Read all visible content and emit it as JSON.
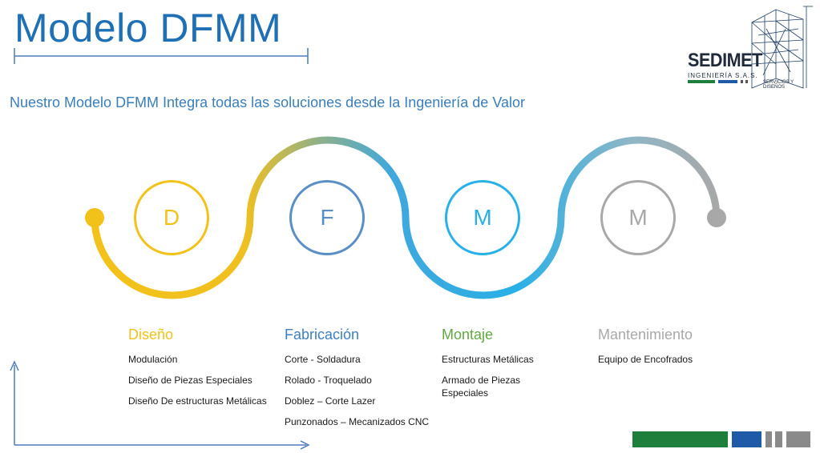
{
  "title": "Modelo DFMM",
  "subtitle": "Nuestro Modelo DFMM Integra todas las soluciones desde la Ingeniería de Valor",
  "logo": {
    "name": "SEDIMET",
    "tagline": "INGENIERÍA S.A.S.",
    "services": "SERVICIOS Y DISEÑOS"
  },
  "circles": [
    {
      "letter": "D",
      "color": "#f2c21a"
    },
    {
      "letter": "F",
      "color": "#5b8ec5"
    },
    {
      "letter": "M",
      "color": "#29b0e6"
    },
    {
      "letter": "M",
      "color": "#a8a8a8"
    }
  ],
  "stages": [
    {
      "title": "Diseño",
      "color": "#f2c21a",
      "items": [
        "Modulación",
        "Diseño de Piezas Especiales",
        "Diseño De estructuras Metálicas"
      ]
    },
    {
      "title": "Fabricación",
      "color": "#3d7fc4",
      "items": [
        "Corte - Soldadura",
        "Rolado - Troquelado",
        "Doblez – Corte Lazer",
        "Punzonados – Mecanizados CNC"
      ]
    },
    {
      "title": "Montaje",
      "color": "#62a842",
      "items": [
        "Estructuras Metálicas",
        "Armado de Piezas Especiales"
      ]
    },
    {
      "title": "Mantenimiento",
      "color": "#a8a8a8",
      "items": [
        "Equipo de Encofrados"
      ]
    }
  ],
  "colors": {
    "brand_blue": "#1f6fb5",
    "brand_green": "#1e7f3c",
    "brand_dark_blue": "#1f5aa8",
    "brand_gray": "#8a8a8a"
  }
}
